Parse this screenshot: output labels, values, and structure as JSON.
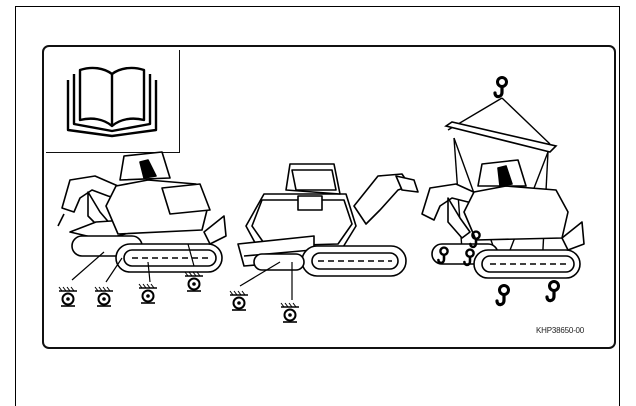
{
  "document": {
    "label_code": "KHP38650-00",
    "panels": [
      {
        "name": "read-manual",
        "icon": "open-book-icon"
      },
      {
        "name": "tie-down-points-side-view",
        "icon": "tie-down-symbol-icon",
        "marker_count": 4
      },
      {
        "name": "tie-down-points-rear-view",
        "icon": "tie-down-symbol-icon",
        "marker_count": 2
      },
      {
        "name": "lifting-points-with-spreader-bar",
        "icon": "crane-hook-icon",
        "hook_count": 3
      }
    ]
  }
}
